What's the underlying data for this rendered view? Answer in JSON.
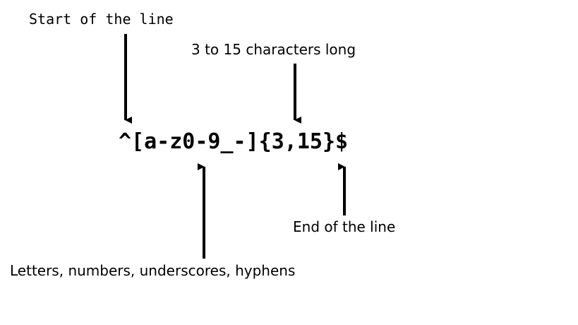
{
  "diagram": {
    "type": "regex-annotation",
    "background_color": "#ffffff",
    "text_color": "#000000",
    "pattern": "^[a-z0-9_-]{3,15}$",
    "annotations": [
      {
        "id": "start-of-line",
        "text": "Start of the line",
        "font": "mono",
        "target": "^",
        "arrow_direction": "down"
      },
      {
        "id": "length-range",
        "text": "3 to 15 characters long",
        "font": "sans",
        "target": "{3,15}",
        "arrow_direction": "down"
      },
      {
        "id": "character-class",
        "text": "Letters, numbers, underscores, hyphens",
        "font": "sans",
        "target": "[a-z0-9_-]",
        "arrow_direction": "up"
      },
      {
        "id": "end-of-line",
        "text": "End of the line",
        "font": "sans",
        "target": "$",
        "arrow_direction": "up"
      }
    ]
  }
}
